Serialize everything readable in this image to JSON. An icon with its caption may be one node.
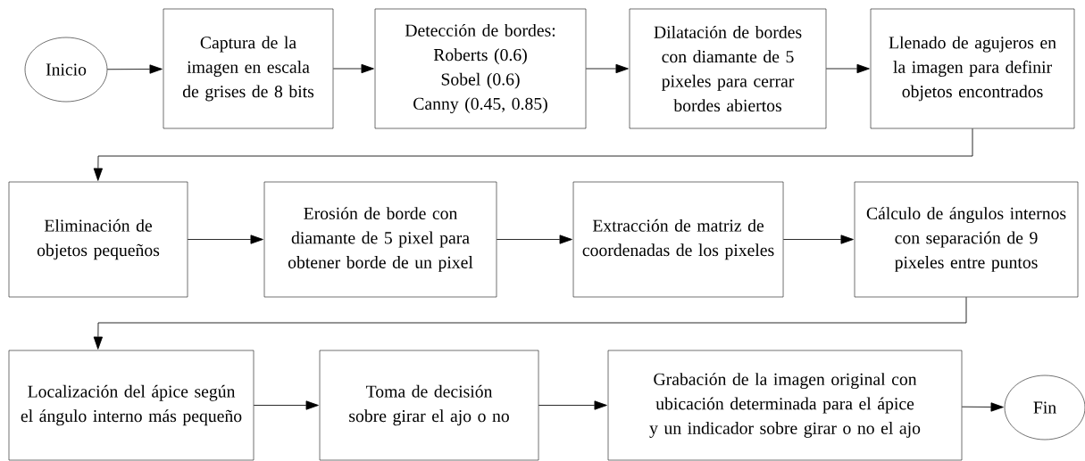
{
  "diagram": {
    "nodes": [
      {
        "text": [
          "Inicio"
        ]
      },
      {
        "text": [
          "Captura de la imagen en escala de grises de 8 bits"
        ]
      },
      {
        "text": [
          "Detección de bordes:",
          "Roberts (0.6)",
          "Sobel (0.6)",
          "Canny (0.45, 0.85)"
        ]
      },
      {
        "text": [
          "Dilatación de bordes con diamante de 5 pixeles para cerrar bordes abiertos"
        ]
      },
      {
        "text": [
          "Llenado de agujeros en la imagen para definir objetos encontrados"
        ]
      },
      {
        "text": [
          "Eliminación de objetos pequeños"
        ]
      },
      {
        "text": [
          "Erosión de borde con diamante de 5 pixel para obtener borde de un pixel"
        ]
      },
      {
        "text": [
          "Extracción de matriz de coordenadas de los pixeles"
        ]
      },
      {
        "text": [
          "Cálculo de ángulos internos con separación de 9 pixeles entre puntos"
        ]
      },
      {
        "text": [
          "Localización del ápice según el ángulo interno más pequeño"
        ]
      },
      {
        "text": [
          "Toma de decisión sobre girar el ajo o no"
        ]
      },
      {
        "text": [
          "Grabación de la imagen original con ubicación determinada para el ápice y un indicador sobre girar o no el ajo"
        ]
      },
      {
        "text": [
          "Fin"
        ]
      }
    ],
    "edges": [
      {
        "from": 0,
        "to": 1,
        "arrow": "to"
      },
      {
        "from": 1,
        "to": 2,
        "arrow": "to"
      },
      {
        "from": 2,
        "to": 3,
        "arrow": "to"
      },
      {
        "from": 3,
        "to": 4,
        "arrow": "to"
      },
      {
        "from": 4,
        "to": 5,
        "arrow": "to"
      },
      {
        "from": 5,
        "to": 6,
        "arrow": "to"
      },
      {
        "from": 6,
        "to": 7,
        "arrow": "to"
      },
      {
        "from": 7,
        "to": 8,
        "arrow": "to"
      },
      {
        "from": 8,
        "to": 9,
        "arrow": "to"
      },
      {
        "from": 9,
        "to": 10,
        "arrow": "to"
      },
      {
        "from": 10,
        "to": 11,
        "arrow": "to"
      },
      {
        "from": 11,
        "to": 12,
        "arrow": "to"
      }
    ]
  }
}
